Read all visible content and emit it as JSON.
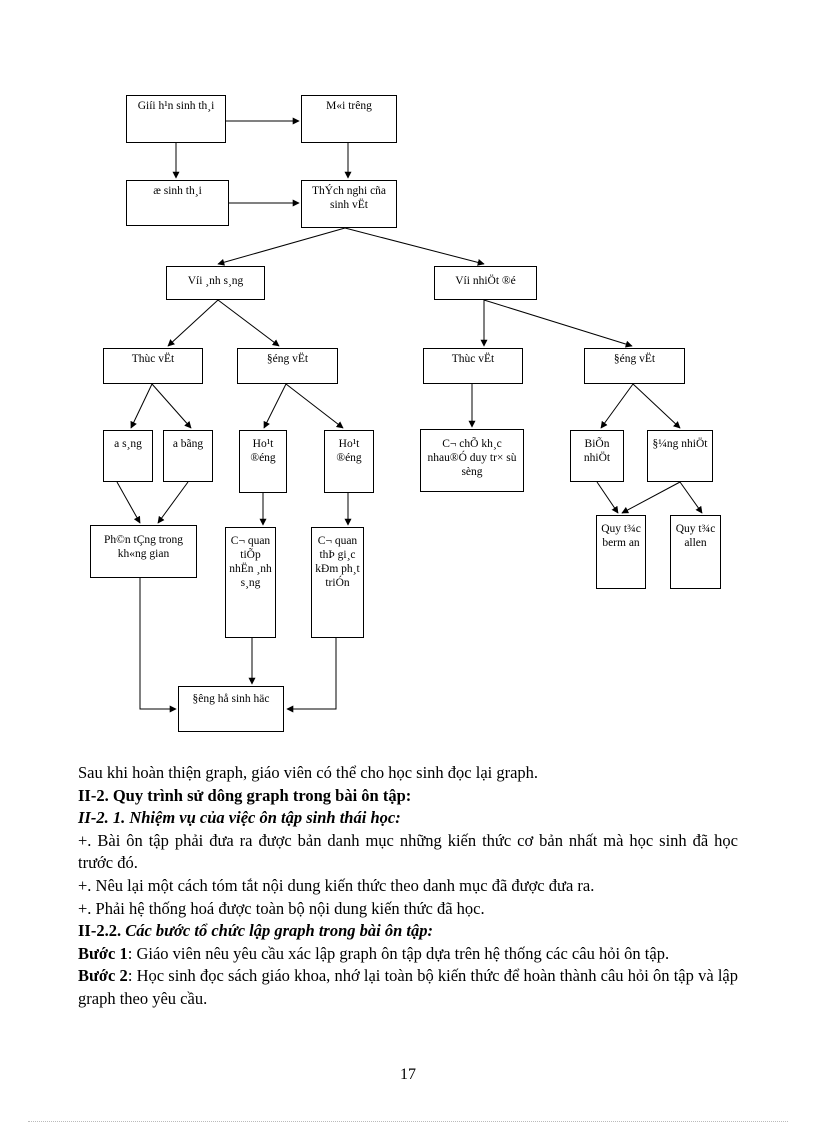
{
  "diagram": {
    "nodes": {
      "n1": "Giíi h¹n sinh th¸i",
      "n2": "M«i tr­êng",
      "n3": "æ sinh th¸i",
      "n4": "ThÝch nghi cña sinh vËt",
      "n5": "Víi ¸nh s¸ng",
      "n6": "Víi nhiÖt ®é",
      "n7": "Thùc vËt",
      "n8": "§éng vËt",
      "n9": "Thùc vËt",
      "n10": "§éng vËt",
      "n11": "a s¸ng",
      "n12": "a bãng",
      "n13": "Ho¹t ®éng",
      "n14": "Ho¹t ®éng",
      "n15": "C¬ chÕ kh¸c nhau®Ó duy tr× sù sèng",
      "n16": "BiÕn nhiÖt",
      "n17": "§¼ng nhiÖt",
      "n18": "Ph©n tÇng trong kh«ng gian",
      "n19": "C¬ quan tiÕp nhËn ¸nh s¸ng",
      "n20": "C¬ quan thÞ gi¸c kÐm ph¸t triÓn",
      "n21": "Quy t¾c berm an",
      "n22": "Quy t¾c allen",
      "n23": "§êng hå sinh häc"
    }
  },
  "text": {
    "line1": "Sau khi hoàn thiện graph, giáo viên có thể cho học sinh đọc lại graph.",
    "heading1": "II-2. Quy trình sử dông graph trong bài ôn tập:",
    "heading2": "II-2. 1. Nhiệm vụ của việc ôn tập sinh thái học:",
    "para1": "+. Bài ôn tập phải đưa ra được bản danh mục những kiến thức cơ bản nhất mà học sinh đã học trước đó.",
    "para2": "+. Nêu lại một cách tóm tắt nội dung kiến thức theo danh mục đã được đưa ra.",
    "para3": "+. Phải hệ thống hoá được toàn bộ nội dung kiến thức đã học.",
    "heading3_prefix": "II-2.2.",
    "heading3_rest": " Các bước tổ chức lập graph trong bài ôn tập:",
    "step1_label": "Bước 1",
    "step1_text": ": Giáo viên nêu yêu cầu xác lập graph ôn tập dựa trên hệ thống  các câu hỏi ôn tập.",
    "step2_label": "Bước 2",
    "step2_text": ": Học sinh đọc sách giáo khoa, nhớ lại toàn bộ kiến thức để hoàn thành câu hỏi ôn tập và lập graph theo yêu cầu."
  },
  "page_number": "17"
}
